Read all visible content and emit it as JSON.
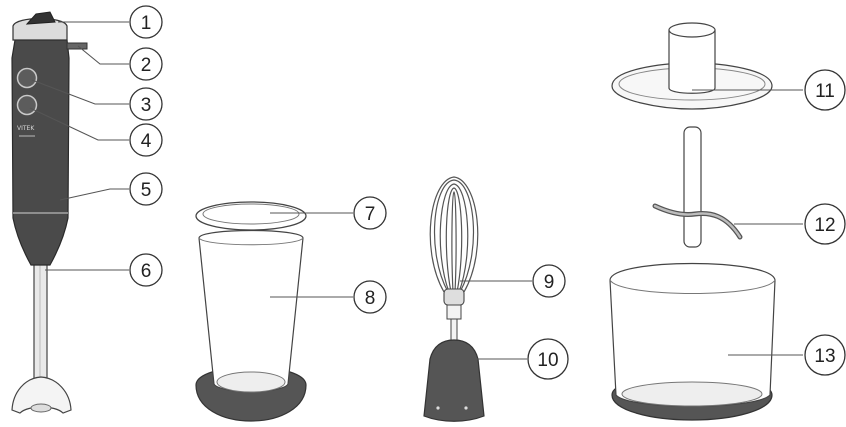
{
  "brand_mark": "VITEK",
  "callouts": [
    {
      "id": 1,
      "label": "1"
    },
    {
      "id": 2,
      "label": "2"
    },
    {
      "id": 3,
      "label": "3"
    },
    {
      "id": 4,
      "label": "4"
    },
    {
      "id": 5,
      "label": "5"
    },
    {
      "id": 6,
      "label": "6"
    },
    {
      "id": 7,
      "label": "7"
    },
    {
      "id": 8,
      "label": "8"
    },
    {
      "id": 9,
      "label": "9"
    },
    {
      "id": 10,
      "label": "10"
    },
    {
      "id": 11,
      "label": "11"
    },
    {
      "id": 12,
      "label": "12"
    },
    {
      "id": 13,
      "label": "13"
    }
  ],
  "colors": {
    "body": "#4a4a4a",
    "base": "#555555",
    "outline": "#333333",
    "callout_line": "#555555"
  }
}
